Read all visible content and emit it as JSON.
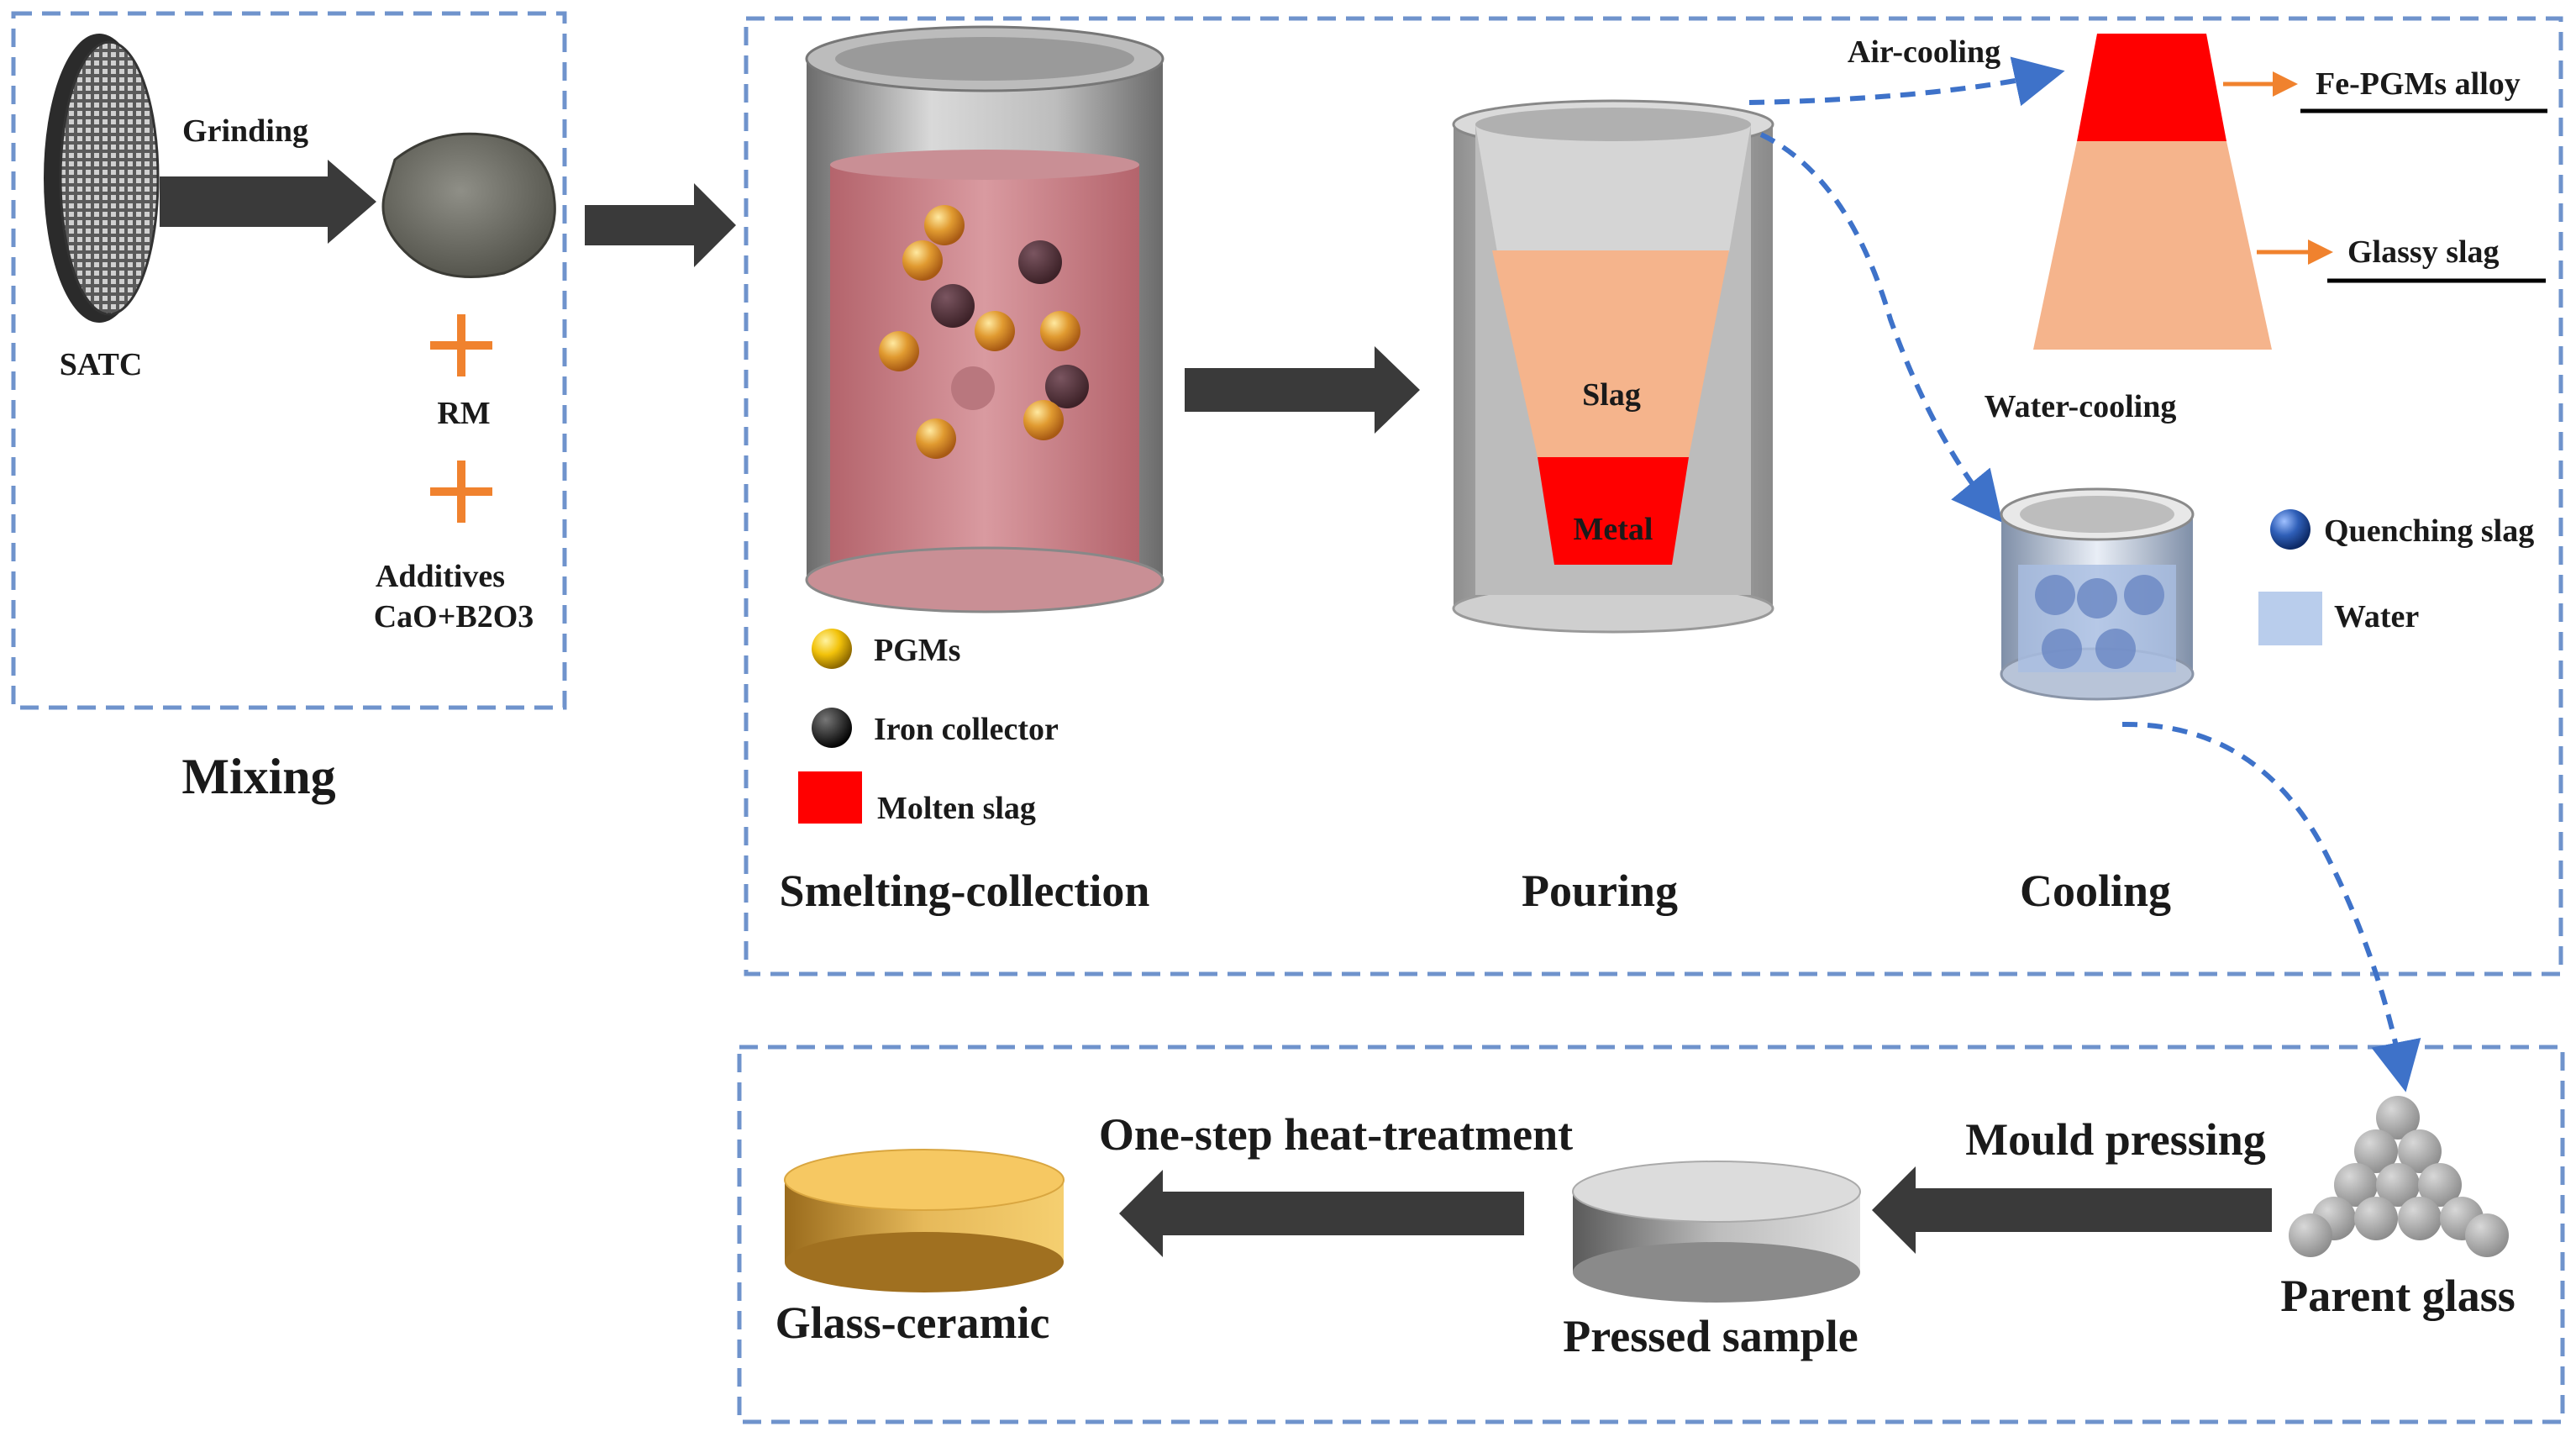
{
  "colors": {
    "frame": "#6f93cc",
    "arrow": "#3a3a3a",
    "flow_arrow": "#3e72c9",
    "orange": "#f0822e",
    "molten": "#c77b82",
    "slag": "#f5b48c",
    "metal": "#ff0000",
    "water": "#b9cdec",
    "gold": "#f3c75f"
  },
  "mixing": {
    "satc_label": "SATC",
    "grinding_label": "Grinding",
    "rm_label": "RM",
    "additives_label": "Additives",
    "additives_formula": "CaO+B2O3",
    "stage_title": "Mixing"
  },
  "smelting": {
    "legend": {
      "pgms": "PGMs",
      "iron": "Iron collector",
      "molten": "Molten slag"
    },
    "stage_title": "Smelting-collection"
  },
  "pouring": {
    "slag_label": "Slag",
    "metal_label": "Metal",
    "stage_title": "Pouring"
  },
  "cooling": {
    "air_label": "Air-cooling",
    "water_cooling_label": "Water-cooling",
    "alloy_label": "Fe-PGMs alloy",
    "glassy_label": "Glassy slag",
    "legend": {
      "quenching": "Quenching slag",
      "water": "Water"
    },
    "stage_title": "Cooling"
  },
  "bottom": {
    "parent_glass": "Parent glass",
    "mould_pressing": "Mould pressing",
    "pressed_sample": "Pressed sample",
    "heat_treatment": "One-step heat-treatment",
    "glass_ceramic": "Glass-ceramic"
  }
}
